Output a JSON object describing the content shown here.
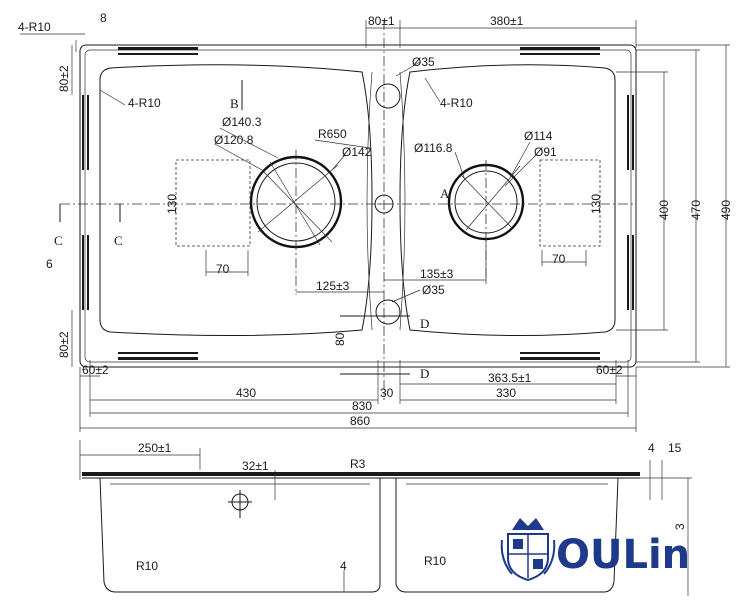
{
  "top_view": {
    "corner_radius_outer": "4-R10",
    "corner_radius_left": "4-R10",
    "corner_radius_right": "4-R10",
    "gap_top": "8",
    "gap_side": "6",
    "dim_80_top": "80±1",
    "dim_380": "380±1",
    "dim_80_left_top": "80±2",
    "dim_80_left_bottom": "80±2",
    "dim_80_center": "80",
    "hole_top": "Ø35",
    "hole_bottom": "Ø35",
    "section_b": "B",
    "section_a": "A",
    "section_c_left": "C",
    "section_c_right": "C",
    "section_d_top": "D",
    "section_d_bottom": "D",
    "d140": "Ø140.3",
    "d120": "Ø120.8",
    "r650": "R650",
    "d142": "Ø142",
    "d116": "Ø116.8",
    "d114": "Ø114",
    "d91": "Ø91",
    "dim_130_left": "130",
    "dim_130_right": "130",
    "dim_70_left": "70",
    "dim_70_right": "70",
    "dim_125": "125±3",
    "dim_135": "135±3",
    "dim_400": "400",
    "dim_470": "470",
    "dim_490": "490",
    "dim_60_left": "60±2",
    "dim_60_right": "60±2",
    "dim_363": "363.5±1",
    "dim_430": "430",
    "dim_30": "30",
    "dim_330": "330",
    "dim_830": "830",
    "dim_860": "860"
  },
  "side_view": {
    "dim_250": "250±1",
    "dim_32": "32±1",
    "r3": "R3",
    "dim_4_top": "4",
    "dim_15": "15",
    "dim_height": "3",
    "r10_left": "R10",
    "r10_right": "R10",
    "dim_4_bottom": "4"
  },
  "brand": {
    "name": "OULin",
    "primary_color": "#1f3a8a"
  }
}
